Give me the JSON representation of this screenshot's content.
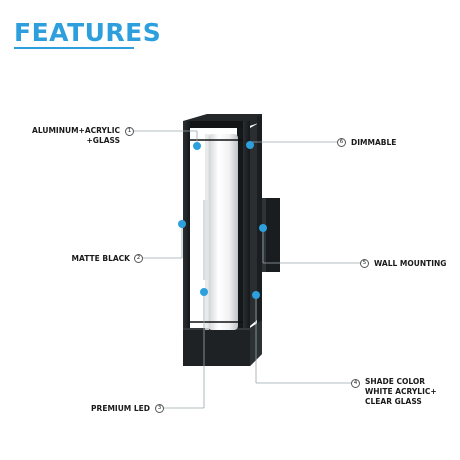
{
  "title": "FEATURES",
  "colors": {
    "accent": "#2c9fdc",
    "fixture": "#1f2224",
    "glow": "#f5f5f5",
    "leader": "#9aa6ad"
  },
  "features": [
    {
      "number": "1",
      "lines": [
        "ALUMINUM+ACRYLIC",
        "+GLASS"
      ]
    },
    {
      "number": "2",
      "lines": [
        "MATTE BLACK"
      ]
    },
    {
      "number": "3",
      "lines": [
        "PREMIUM LED"
      ]
    },
    {
      "number": "4",
      "lines": [
        "SHADE COLOR",
        "WHITE ACRYLIC+",
        "CLEAR GLASS"
      ]
    },
    {
      "number": "5",
      "lines": [
        "WALL MOUNTING"
      ]
    },
    {
      "number": "6",
      "lines": [
        "DIMMABLE"
      ]
    }
  ]
}
